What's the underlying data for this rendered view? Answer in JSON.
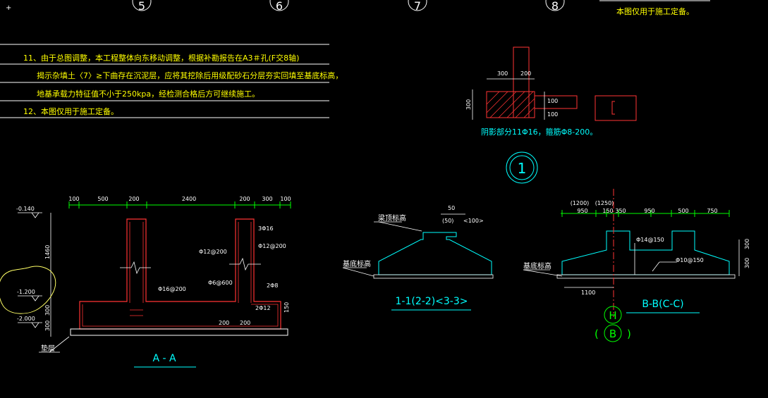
{
  "axes": [
    "5",
    "6",
    "7",
    "8"
  ],
  "top_note": "本图仅用于施工定备。",
  "notes": [
    "11、由于总图调整，本工程整体向东移动调整，根据补勘报告在A3＃孔(F交8轴)",
    "揭示杂填土〈7〉≥下曲存在沉泥层，应将其挖除后用级配砂石分层夯实回填至基底标高，",
    "地基承载力特征值不小于250kpa，经检测合格后方可继续施工。",
    "12、本图仅用于施工定备。"
  ],
  "detail1": {
    "dims": [
      "300",
      "200",
      "300",
      "100",
      "100"
    ],
    "note": "阴影部分11Φ16，箍筋Φ8-200。",
    "number": "1"
  },
  "sectionAA": {
    "dims_top": [
      "100",
      "500",
      "200",
      "2400",
      "200",
      "300",
      "100"
    ],
    "levels": [
      "-0.140",
      "-1.200",
      "-2.000"
    ],
    "dims_left": [
      "1460",
      "300",
      "300"
    ],
    "rebar_labels": [
      "3Φ16",
      "Φ12@200",
      "Φ12@200",
      "Φ6@600",
      "Φ16@200",
      "2Φ8",
      "2Φ12",
      "200",
      "200",
      "150"
    ],
    "cushion": "垫层",
    "title": "A - A"
  },
  "section11": {
    "beam_top": "梁顶标高",
    "base": "基底标高",
    "dims": [
      "50",
      "(50)",
      "<100>"
    ],
    "title": "1-1(2-2)<3-3>"
  },
  "sectionBB": {
    "dims_top_paren": [
      "(1200)",
      "(1250)"
    ],
    "dims_top": [
      "950",
      "150",
      "350",
      "950",
      "500",
      "750"
    ],
    "rebar": [
      "Φ14@150",
      "Φ10@150"
    ],
    "base": "基底标高",
    "dims_right": [
      "300",
      "300"
    ],
    "dim_bottom": "1100",
    "title": "B-B(C-C)",
    "axis_h": "H",
    "axis_b": "B"
  }
}
